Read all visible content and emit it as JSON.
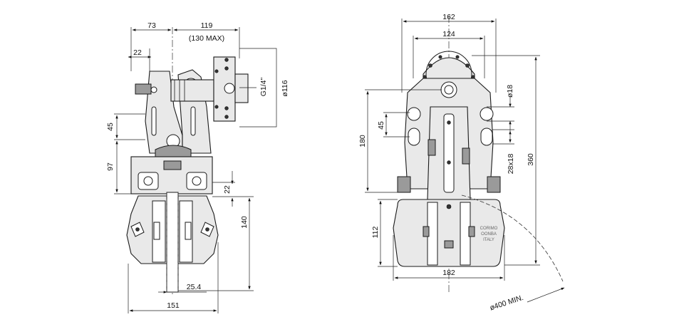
{
  "side_view": {
    "dims": {
      "d73": "73",
      "d119": "119",
      "d130max": "(130 MAX)",
      "d22_top": "22",
      "g14": "G1/4\"",
      "phi116": "ø116",
      "d45": "45",
      "d97": "97",
      "d22_mid": "22",
      "d140": "140",
      "d25_4": "25.4",
      "d151": "151"
    }
  },
  "front_view": {
    "dims": {
      "d162": "162",
      "d124": "124",
      "phi18": "ø18",
      "d45": "45",
      "d180": "180",
      "d28x18": "28x18",
      "d360": "360",
      "d112": "112",
      "d182": "182",
      "phi400": "ø400 MIN."
    },
    "marking": [
      "CORIMO",
      "OONBA",
      "ITALY"
    ]
  }
}
